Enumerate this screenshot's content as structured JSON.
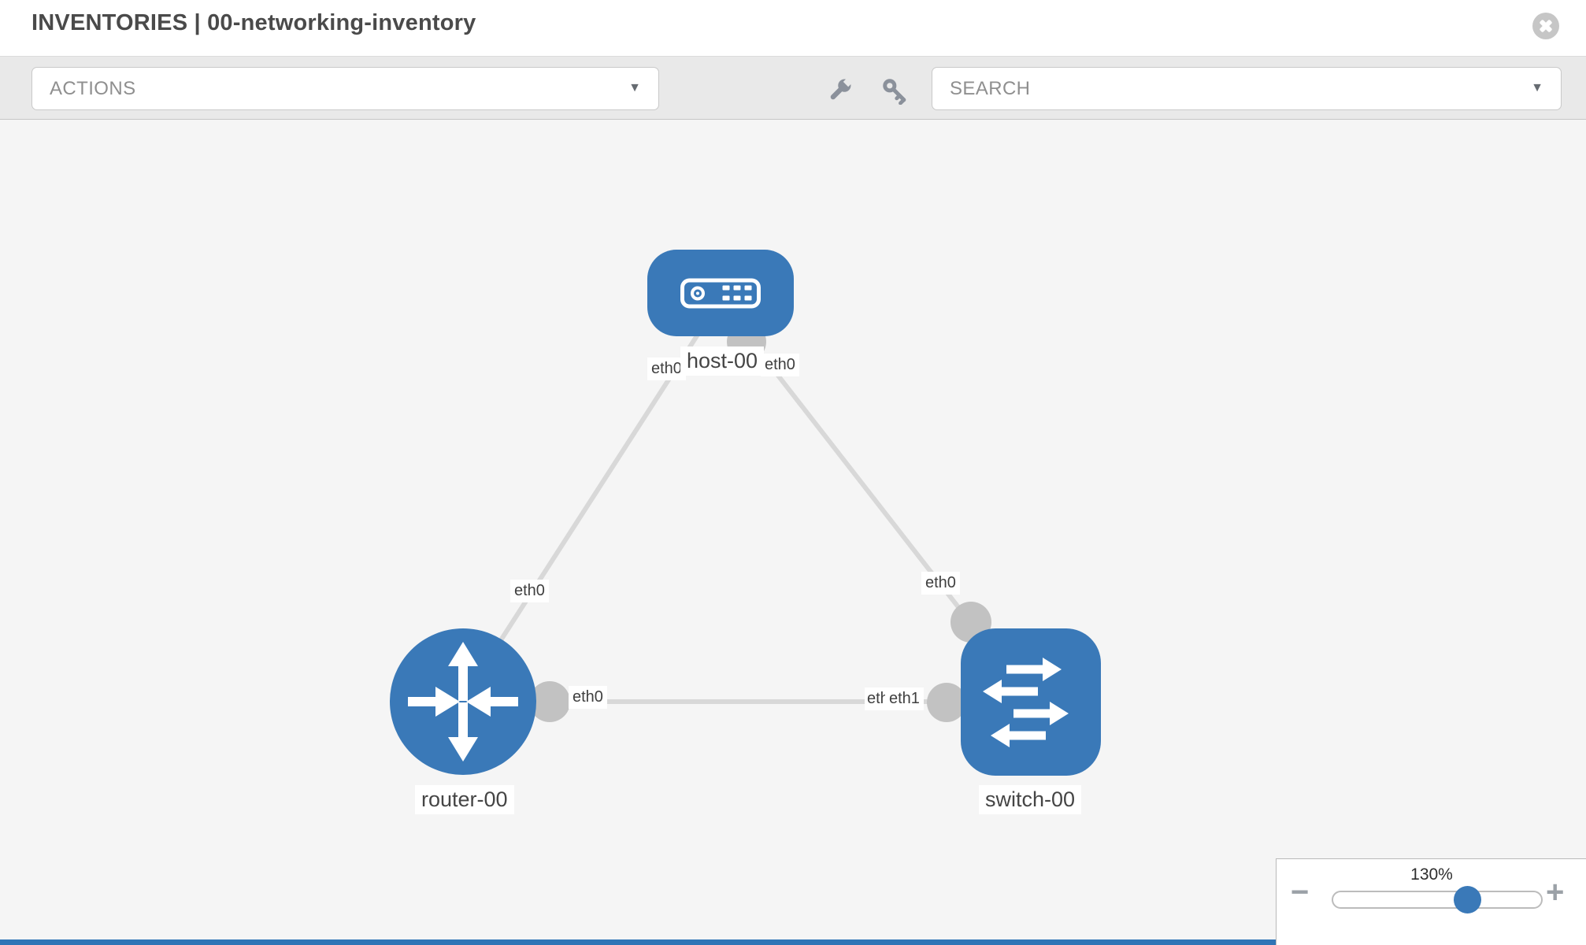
{
  "header": {
    "title": "INVENTORIES | 00-networking-inventory"
  },
  "toolbar": {
    "actions_label": "ACTIONS",
    "search_placeholder": "SEARCH",
    "chevron": "▼",
    "icons": [
      "wrench-icon",
      "key-icon"
    ]
  },
  "graph": {
    "nodes": [
      {
        "id": "host-00",
        "type": "host",
        "label": "host-00"
      },
      {
        "id": "router-00",
        "type": "router",
        "label": "router-00"
      },
      {
        "id": "switch-00",
        "type": "switch",
        "label": "switch-00"
      }
    ],
    "edges": [
      {
        "from": "host-00",
        "from_iface": "eth0",
        "to": "router-00",
        "to_iface": "eth0"
      },
      {
        "from": "host-00",
        "from_iface": "eth0",
        "to": "switch-00",
        "to_iface": "eth0"
      },
      {
        "from": "router-00",
        "from_iface": "eth0",
        "to": "switch-00",
        "to_iface": "eth1"
      }
    ]
  },
  "zoom_control": {
    "level": "130%",
    "minus": "−",
    "plus": "+"
  },
  "colors": {
    "node_blue": "#3a79b8",
    "edge_gray": "#d8d8d8",
    "connector_gray": "#c2c2c2",
    "accent_blue": "#3a79b8",
    "canvas_bg": "#f5f5f5"
  }
}
